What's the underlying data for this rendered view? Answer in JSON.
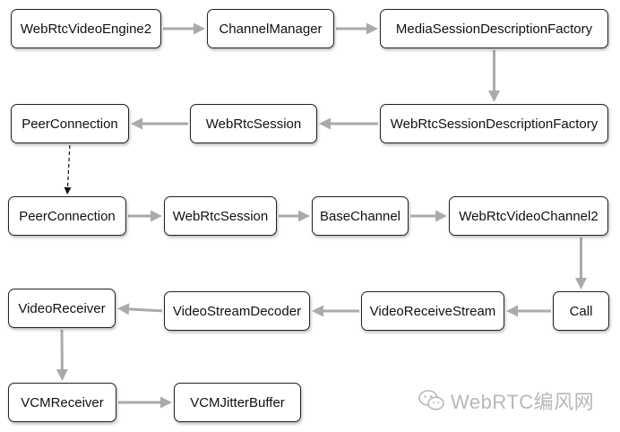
{
  "colors": {
    "arrow": "#aaaaaa",
    "dashed_arrow": "#111111",
    "node_border": "#222222",
    "watermark": "#b8b8b8"
  },
  "nodes": [
    {
      "id": "webrtc-video-engine2",
      "label": "WebRtcVideoEngine2"
    },
    {
      "id": "channel-manager",
      "label": "ChannelManager"
    },
    {
      "id": "media-session-description-factory",
      "label": "MediaSessionDescriptionFactory"
    },
    {
      "id": "webrtc-session-description-factory",
      "label": "WebRtcSessionDescriptionFactory"
    },
    {
      "id": "webrtc-session-top",
      "label": "WebRtcSession"
    },
    {
      "id": "peer-connection-top",
      "label": "PeerConnection"
    },
    {
      "id": "peer-connection",
      "label": "PeerConnection"
    },
    {
      "id": "webrtc-session",
      "label": "WebRtcSession"
    },
    {
      "id": "base-channel",
      "label": "BaseChannel"
    },
    {
      "id": "webrtc-video-channel2",
      "label": "WebRtcVideoChannel2"
    },
    {
      "id": "call",
      "label": "Call"
    },
    {
      "id": "video-receive-stream",
      "label": "VideoReceiveStream"
    },
    {
      "id": "video-stream-decoder",
      "label": "VideoStreamDecoder"
    },
    {
      "id": "video-receiver",
      "label": "VideoReceiver"
    },
    {
      "id": "vcm-receiver",
      "label": "VCMReceiver"
    },
    {
      "id": "vcm-jitter-buffer",
      "label": "VCMJitterBuffer"
    }
  ],
  "edges": [
    {
      "from": "webrtc-video-engine2",
      "to": "channel-manager",
      "style": "solid"
    },
    {
      "from": "channel-manager",
      "to": "media-session-description-factory",
      "style": "solid"
    },
    {
      "from": "media-session-description-factory",
      "to": "webrtc-session-description-factory",
      "style": "solid"
    },
    {
      "from": "webrtc-session-description-factory",
      "to": "webrtc-session-top",
      "style": "solid"
    },
    {
      "from": "webrtc-session-top",
      "to": "peer-connection-top",
      "style": "solid"
    },
    {
      "from": "peer-connection-top",
      "to": "peer-connection",
      "style": "dashed"
    },
    {
      "from": "peer-connection",
      "to": "webrtc-session",
      "style": "solid"
    },
    {
      "from": "webrtc-session",
      "to": "base-channel",
      "style": "solid"
    },
    {
      "from": "base-channel",
      "to": "webrtc-video-channel2",
      "style": "solid"
    },
    {
      "from": "webrtc-video-channel2",
      "to": "call",
      "style": "solid"
    },
    {
      "from": "call",
      "to": "video-receive-stream",
      "style": "solid"
    },
    {
      "from": "video-receive-stream",
      "to": "video-stream-decoder",
      "style": "solid"
    },
    {
      "from": "video-stream-decoder",
      "to": "video-receiver",
      "style": "solid"
    },
    {
      "from": "video-receiver",
      "to": "vcm-receiver",
      "style": "solid"
    },
    {
      "from": "vcm-receiver",
      "to": "vcm-jitter-buffer",
      "style": "solid"
    }
  ],
  "watermark": {
    "icon": "wechat-icon",
    "text": "WebRTC编风网"
  }
}
